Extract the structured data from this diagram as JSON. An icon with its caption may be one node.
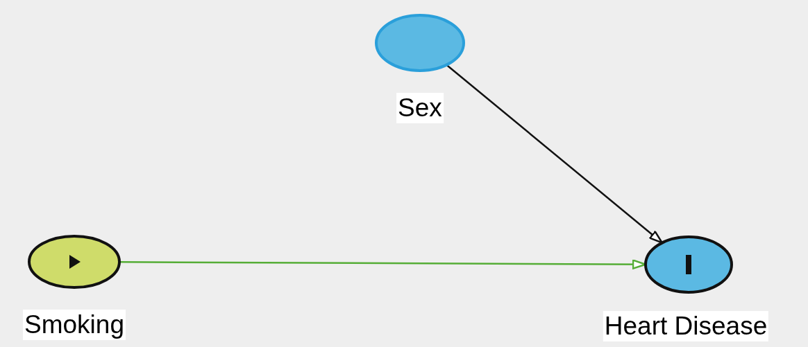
{
  "diagram": {
    "nodes": [
      {
        "text": [
          "Sex"
        ]
      },
      {
        "text": [
          "Smoking"
        ]
      },
      {
        "text": [
          "Heart Disease"
        ]
      }
    ],
    "edges": [
      {
        "from": 0,
        "to": 2,
        "arrow": "to"
      },
      {
        "from": 1,
        "to": 2,
        "arrow": "to",
        "color": "#55ad36"
      }
    ]
  }
}
